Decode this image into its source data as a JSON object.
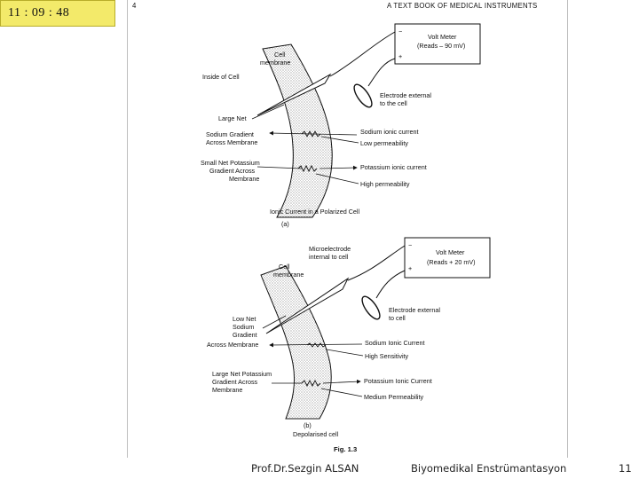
{
  "timer": "11 : 09 : 48",
  "page_number": "4",
  "book_title": "A TEXT BOOK OF MEDICAL INSTRUMENTS",
  "top": {
    "volt_minus": "−",
    "volt_plus": "+",
    "volt_title": "Volt Meter",
    "volt_reading": "(Reads – 90 mV)",
    "cell_membrane": [
      "Cell",
      "membrane"
    ],
    "inside_of_cell": "Inside of Cell",
    "electrode_external": [
      "Electrode external",
      "to the cell"
    ],
    "large_net": "Large Net",
    "sodium_gradient": [
      "Sodium Gradient",
      "Across Membrane"
    ],
    "sodium_ionic_current": "Sodium ionic current",
    "low_permeability": "Low permeability",
    "small_net_potassium": [
      "Small Net Potassium",
      "Gradient Across",
      "Membrane"
    ],
    "potassium_ionic_current": "Potassium ionic current",
    "high_permeability": "High permeability",
    "caption": "Ionic Current in a Polarized Cell",
    "sub": "(a)"
  },
  "bottom": {
    "volt_minus": "−",
    "volt_plus": "+",
    "volt_title": "Volt Meter",
    "volt_reading": "(Reads + 20 mV)",
    "microelectrode": [
      "Microelectrode",
      "internal to cell"
    ],
    "cell_membrane": [
      "Cell",
      "membrane"
    ],
    "electrode_external": [
      "Electrode external",
      "to cell"
    ],
    "low_net_sodium": [
      "Low Net",
      "Sodium",
      "Gradient",
      "Across Membrane"
    ],
    "sodium_ionic_current": "Sodium Ionic Current",
    "high_sensitivity": "High Sensitivity",
    "large_net_potassium": [
      "Large Net Potassium",
      "Gradient Across",
      "Membrane"
    ],
    "potassium_ionic_current": "Potassium Ionic Current",
    "medium_permeability": "Medium Permeability",
    "sub": "(b)",
    "caption": "Depolarised cell"
  },
  "figure_label": "Fig. 1.3",
  "footer": {
    "author": "Prof.Dr.Sezgin ALSAN",
    "course": "Biyomedikal Enstrümantasyon",
    "slide_number": "11"
  }
}
